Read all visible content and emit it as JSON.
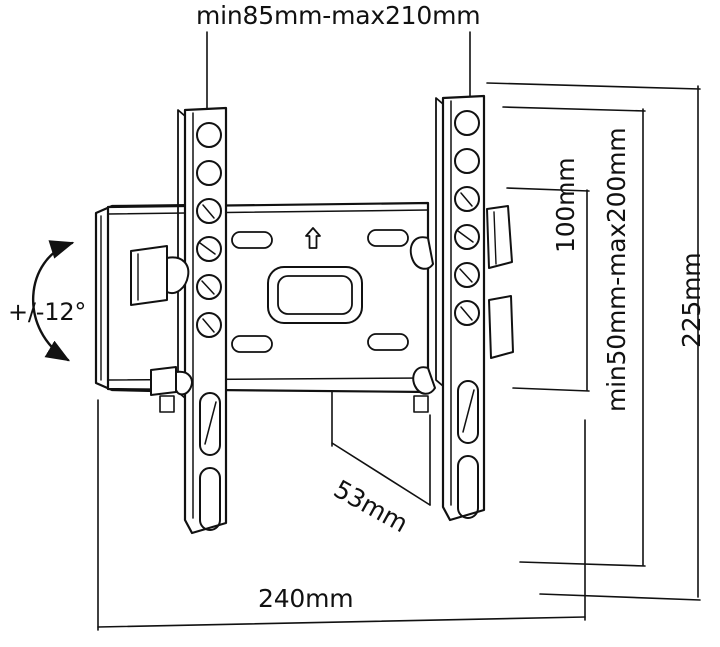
{
  "document": {
    "type": "technical-drawing",
    "subject": "TV wall mount bracket dimensional diagram",
    "background_color": "#ffffff",
    "line_color": "#111111"
  },
  "dimensions": {
    "top_width": "min85mm-max210mm",
    "tilt_angle": "+/-12°",
    "depth": "53mm",
    "overall_width": "240mm",
    "inner_height": "100mm",
    "vesa_height": "min50mm-max200mm",
    "overall_height": "225mm"
  },
  "labels": [
    {
      "id": "top-width",
      "text": "min85mm-max210mm",
      "orientation": "horizontal"
    },
    {
      "id": "tilt-angle",
      "text": "+/-12°",
      "orientation": "horizontal"
    },
    {
      "id": "depth",
      "text": "53mm",
      "orientation": "diagonal"
    },
    {
      "id": "overall-width",
      "text": "240mm",
      "orientation": "horizontal"
    },
    {
      "id": "inner-height",
      "text": "100mm",
      "orientation": "vertical"
    },
    {
      "id": "vesa-height",
      "text": "min50mm-max200mm",
      "orientation": "vertical"
    },
    {
      "id": "overall-height",
      "text": "225mm",
      "orientation": "vertical"
    }
  ],
  "product_features": {
    "center_plate_icon": "up-arrow-icon",
    "rail_round_holes_per_rail": 6,
    "rail_slots_per_rail": 2,
    "adjustment_knobs": 2
  }
}
